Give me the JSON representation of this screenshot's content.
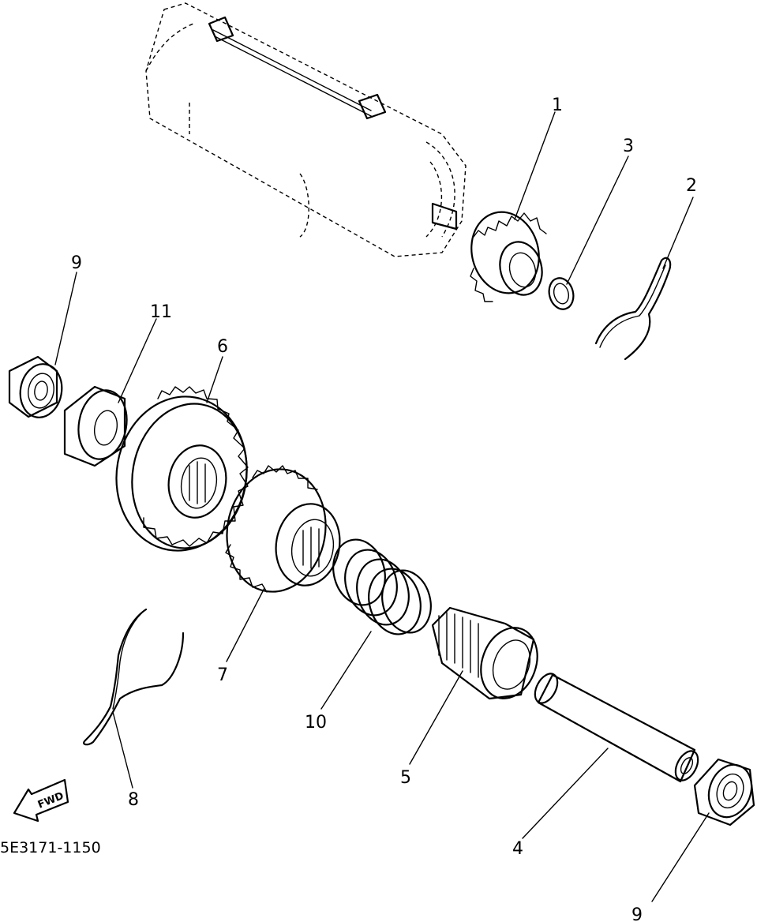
{
  "diagram": {
    "drawing_code": "5E3171-1150",
    "direction_label": "FWD",
    "callouts": {
      "p1": "1",
      "p2": "2",
      "p3": "3",
      "p4": "4",
      "p5": "5",
      "p6": "6",
      "p7": "7",
      "p8": "8",
      "p9a": "9",
      "p9b": "9",
      "p10": "10",
      "p11": "11"
    }
  }
}
